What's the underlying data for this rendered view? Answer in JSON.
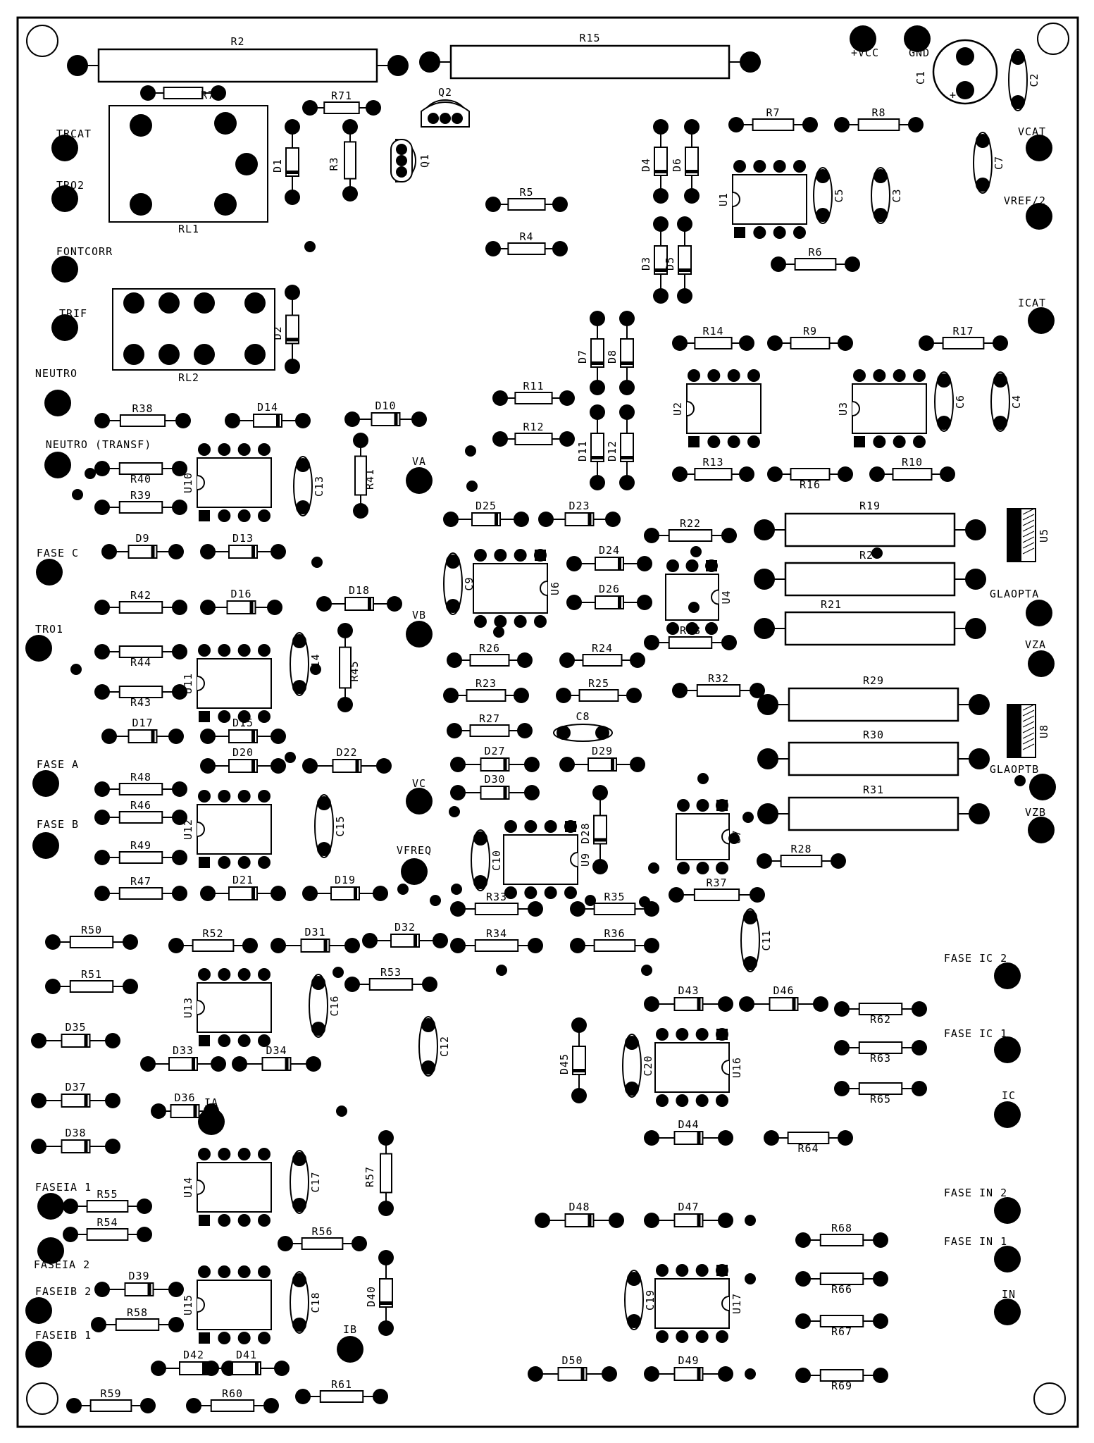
{
  "board": {
    "resistors": [
      "R2",
      "R15",
      "R70",
      "R71",
      "R3",
      "R5",
      "R4",
      "R7",
      "R8",
      "R6",
      "R14",
      "R9",
      "R17",
      "R11",
      "R12",
      "R13",
      "R16",
      "R10",
      "R38",
      "R40",
      "R39",
      "R41",
      "R19",
      "R20",
      "R21",
      "R22",
      "R18",
      "R42",
      "R44",
      "R43",
      "R45",
      "R26",
      "R24",
      "R23",
      "R25",
      "R27",
      "R32",
      "R29",
      "R30",
      "R31",
      "R48",
      "R46",
      "R49",
      "R47",
      "R28",
      "R33",
      "R35",
      "R37",
      "R34",
      "R36",
      "R50",
      "R52",
      "R51",
      "R53",
      "R62",
      "R63",
      "R65",
      "R64",
      "R57",
      "R55",
      "R54",
      "R56",
      "R58",
      "R59",
      "R60",
      "R61",
      "R68",
      "R66",
      "R67",
      "R69"
    ],
    "diodes": [
      "D1",
      "D2",
      "D4",
      "D6",
      "D3",
      "D5",
      "D7",
      "D8",
      "D11",
      "D12",
      "D14",
      "D10",
      "D25",
      "D23",
      "D24",
      "D26",
      "D9",
      "D13",
      "D16",
      "D18",
      "D17",
      "D15",
      "D20",
      "D22",
      "D27",
      "D29",
      "D30",
      "D28",
      "D21",
      "D19",
      "D31",
      "D32",
      "D35",
      "D37",
      "D38",
      "D33",
      "D34",
      "D36",
      "D43",
      "D46",
      "D45",
      "D44",
      "D48",
      "D47",
      "D39",
      "D40",
      "D42",
      "D41",
      "D50",
      "D49"
    ],
    "capacitors": [
      "C1",
      "C2",
      "C5",
      "C3",
      "C7",
      "C6",
      "C4",
      "C13",
      "C9",
      "C14",
      "C8",
      "C15",
      "C10",
      "C11",
      "C16",
      "C12",
      "C20",
      "C17",
      "C18",
      "C19"
    ],
    "ics": [
      "U1",
      "U2",
      "U3",
      "U10",
      "U6",
      "U4",
      "U11",
      "U12",
      "U9",
      "U7",
      "U13",
      "U16",
      "U14",
      "U15",
      "U17"
    ],
    "optos": [
      "U5",
      "U8"
    ],
    "transistors": [
      "Q1",
      "Q2"
    ],
    "relays": [
      "RL1",
      "RL2"
    ],
    "nets": [
      "+VCC",
      "GND",
      "VCAT",
      "VREF/2",
      "TRCAT",
      "TRO2",
      "FONTCORR",
      "TRIF",
      "NEUTRO",
      "NEUTRO (TRANSF)",
      "VA",
      "VB",
      "VC",
      "VFREQ",
      "FASE C",
      "TRO1",
      "FASE A",
      "FASE B",
      "ICAT",
      "GLAOPTA",
      "VZA",
      "GLAOPTB",
      "VZB",
      "FASE IC 2",
      "FASE IC 1",
      "IC",
      "FASE IN 2",
      "FASE IN 1",
      "IN",
      "IA",
      "IB",
      "FASEIA 1",
      "FASEIA 2",
      "FASEIB 2",
      "FASEIB 1"
    ]
  }
}
